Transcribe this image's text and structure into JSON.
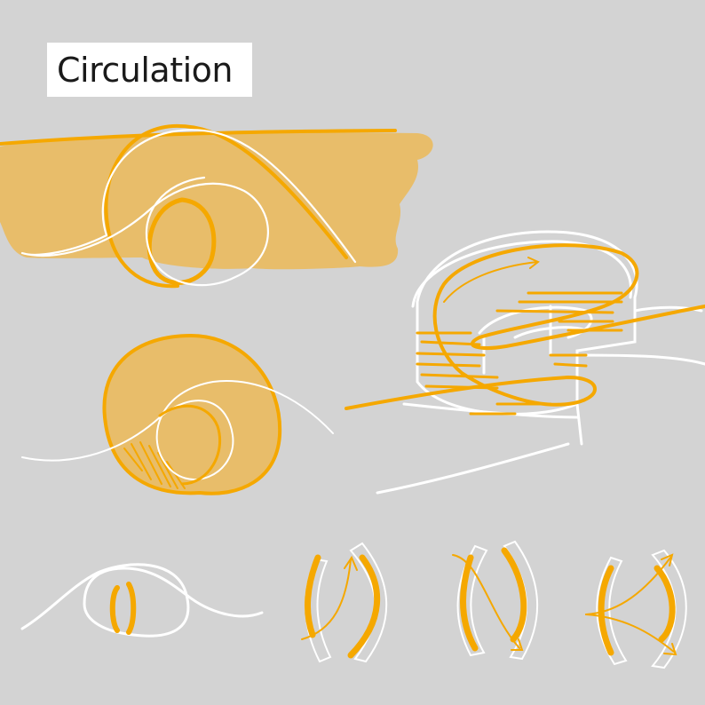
{
  "title": {
    "text": "Circulation"
  },
  "colors": {
    "background": "#d3d3d3",
    "accent": "#f5a800",
    "accent_fill": "#e8bd6a",
    "stroke": "#ffffff"
  },
  "sketches": [
    {
      "name": "spiral-over-band",
      "description_icon": "spiral-sketch"
    },
    {
      "name": "spiral-in-circle",
      "description_icon": "spiral-sketch"
    },
    {
      "name": "stair-tower-perspective",
      "description_icon": "stair-sketch"
    },
    {
      "name": "loop-diagram",
      "description_icon": "loop-sketch"
    },
    {
      "name": "arc-pair-1",
      "description_icon": "arc-pair-sketch"
    },
    {
      "name": "arc-pair-2",
      "description_icon": "arc-pair-sketch"
    },
    {
      "name": "arc-pair-3",
      "description_icon": "arc-pair-sketch"
    }
  ]
}
